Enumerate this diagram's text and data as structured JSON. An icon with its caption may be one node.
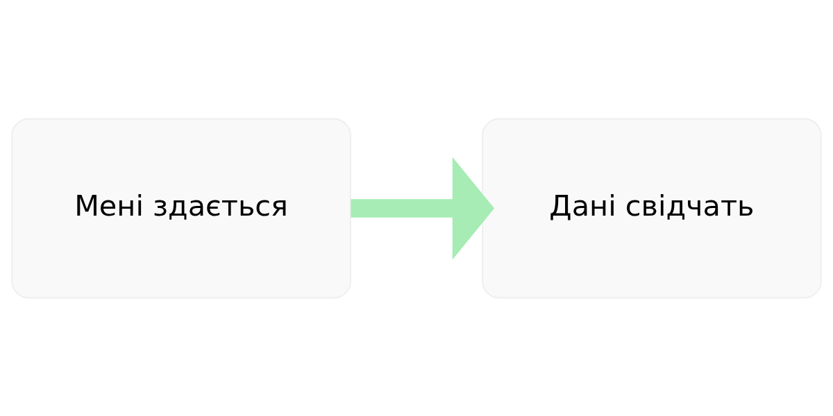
{
  "diagram": {
    "nodes": [
      {
        "text": [
          "Мені здається"
        ]
      },
      {
        "text": [
          "Дані свідчать"
        ]
      }
    ],
    "edges": [
      {
        "from": 0,
        "to": 1,
        "arrow": "to"
      }
    ]
  }
}
